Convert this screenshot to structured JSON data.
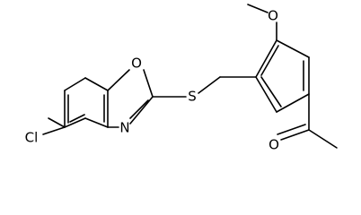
{
  "molecule": {
    "atoms": {
      "cl": "Cl",
      "n": "N",
      "o_oxazole": "O",
      "s": "S",
      "o_methoxy": "O",
      "o_carbonyl": "O"
    }
  }
}
